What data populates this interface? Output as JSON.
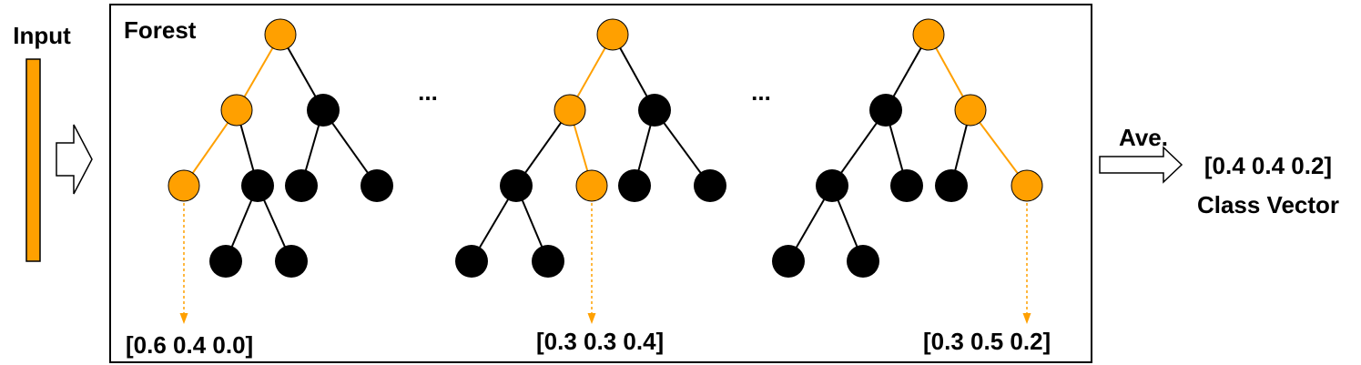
{
  "colors": {
    "highlight": "#ffa000",
    "node": "#000000",
    "edge": "#000000",
    "frame": "#000000"
  },
  "labels": {
    "input": "Input",
    "forest": "Forest",
    "ellipsis": "...",
    "average": "Ave.",
    "class_vector_value": "[0.4 0.4 0.2]",
    "class_vector_caption": "Class Vector"
  },
  "trees": [
    {
      "output": "[0.6 0.4 0.0]"
    },
    {
      "output": "[0.3 0.3 0.4]"
    },
    {
      "output": "[0.3 0.5 0.2]"
    }
  ]
}
